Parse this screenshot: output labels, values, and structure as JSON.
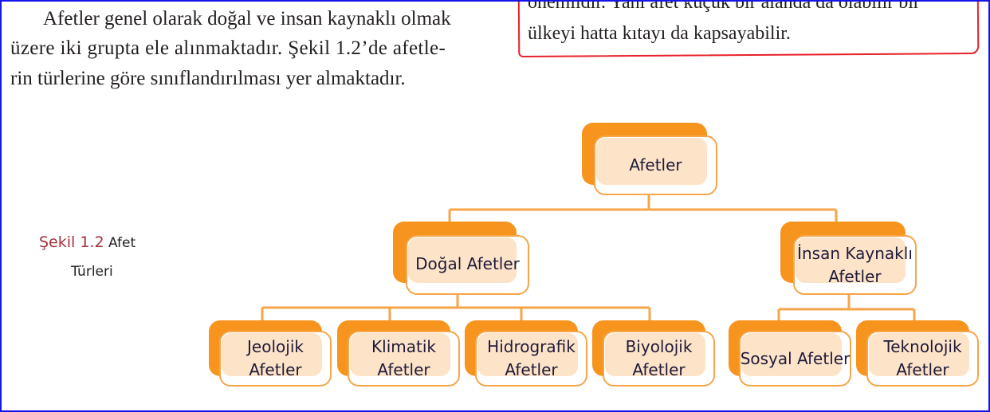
{
  "paragraph": {
    "lines": [
      "Afetler genel olarak doğal ve insan kaynaklı olmak",
      "üzere iki grupta ele alınmaktadır. Şekil 1.2’de afetle-",
      "rin türlerine göre sınıflandırılması yer almaktadır."
    ]
  },
  "note_box": {
    "lines": [
      "önemlidir. Yani afet küçük bir alanda da olabilir bir",
      "ülkeyi hatta kıtayı da kapsayabilir."
    ]
  },
  "caption": {
    "label": "Şekil 1.2",
    "title_1": "Afet",
    "title_2": "Türleri"
  },
  "diagram": {
    "root": "Afetler",
    "level1": [
      "Doğal Afetler",
      "İnsan Kaynaklı Afetler"
    ],
    "natural": [
      "Jeolojik Afetler",
      "Klimatik Afetler",
      "Hidrografik Afetler",
      "Biyolojik Afetler"
    ],
    "human": [
      "Sosyal Afetler",
      "Teknolojik Afetler"
    ]
  },
  "colors": {
    "orange": "#f7941d",
    "peach": "#fde4c8",
    "frame": "#f7a548",
    "note_border": "#e8202a",
    "caption_red": "#a3333d"
  }
}
